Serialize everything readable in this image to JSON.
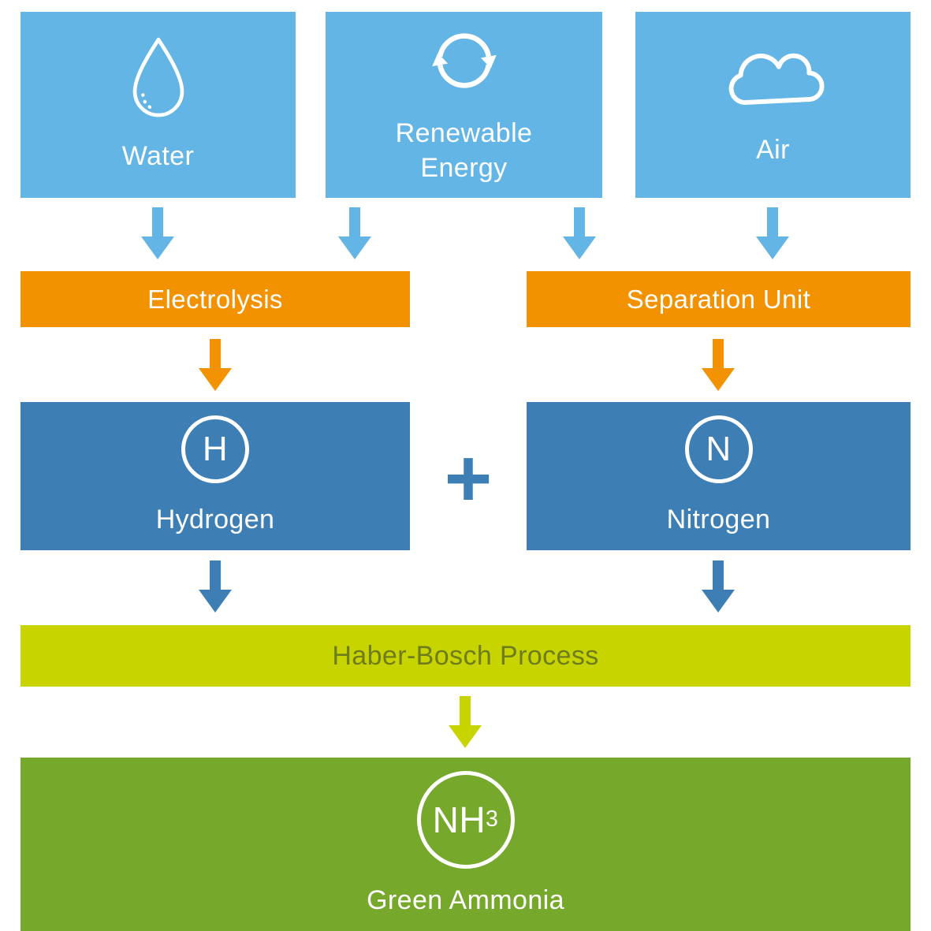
{
  "inputs": [
    {
      "label": "Water",
      "icon": "water-drop-icon"
    },
    {
      "label": "Renewable Energy",
      "icon": "renewable-energy-icon"
    },
    {
      "label": "Air",
      "icon": "cloud-icon"
    }
  ],
  "process_units": [
    {
      "label": "Electrolysis"
    },
    {
      "label": "Separation Unit"
    }
  ],
  "intermediates": [
    {
      "symbol": "H",
      "label": "Hydrogen"
    },
    {
      "symbol": "N",
      "label": "Nitrogen"
    }
  ],
  "operator": "+",
  "synthesis": {
    "label": "Haber-Bosch Process"
  },
  "product": {
    "symbol": "NH",
    "symbol_sub": "3",
    "label": "Green Ammonia"
  },
  "colors": {
    "input_blue": "#62b5e5",
    "process_orange": "#f39200",
    "element_blue": "#3d7fb5",
    "lime": "#c8d400",
    "lime_text": "#6f7c1c",
    "green": "#76a82c",
    "icon_white": "#ffffff"
  }
}
